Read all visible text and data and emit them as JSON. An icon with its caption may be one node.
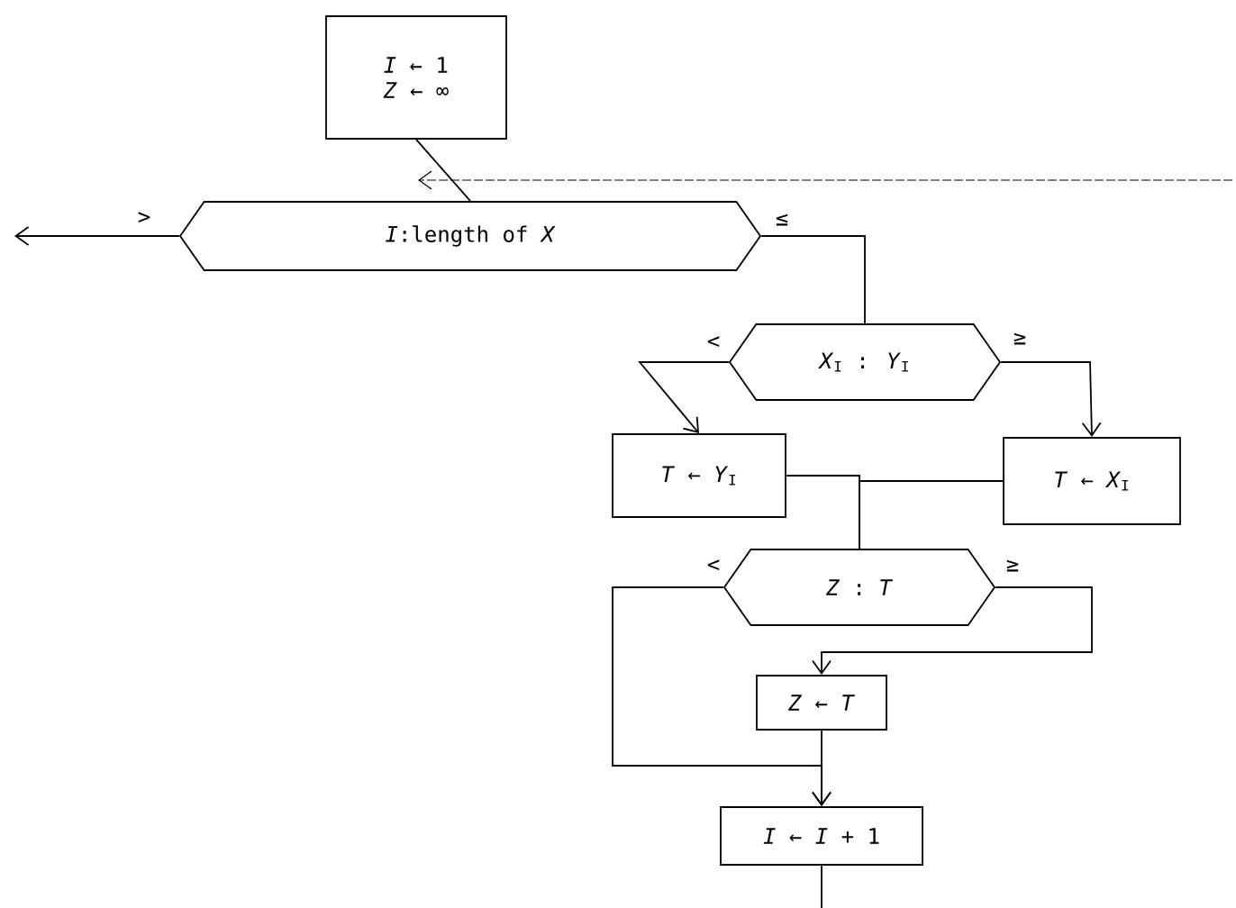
{
  "diagram": {
    "nodes": [
      {
        "text": [
          "*I* ← 1",
          "*Z* ← ∞"
        ]
      },
      {
        "text": [
          "*I*:length of *X*"
        ]
      },
      {
        "text": [
          "*X*$_{I}$ : *Y*$_{I}$"
        ]
      },
      {
        "text": [
          "*T* ← *Y*$_{I}$"
        ]
      },
      {
        "text": [
          "*T* ← *X*$_{I}$"
        ]
      },
      {
        "text": [
          "*Z* : *T*"
        ]
      },
      {
        "text": [
          "*Z* ← *T*"
        ]
      },
      {
        "text": [
          "*I* ← *I* + 1"
        ]
      }
    ],
    "edges": [
      {
        "from": 0,
        "to": 1,
        "arrow": "none"
      },
      {
        "from": null,
        "to": 1,
        "arrow": "to",
        "style": "dashed"
      },
      {
        "from": 1,
        "to": null,
        "arrow": "to",
        "label": ">"
      },
      {
        "from": 1,
        "to": 2,
        "arrow": "none",
        "label": "≤"
      },
      {
        "from": 2,
        "to": 3,
        "arrow": "to",
        "label": "<"
      },
      {
        "from": 2,
        "to": 4,
        "arrow": "to",
        "label": "≥"
      },
      {
        "from": 3,
        "to": 5,
        "arrow": "none"
      },
      {
        "from": 4,
        "to": 5,
        "arrow": "none"
      },
      {
        "from": 5,
        "to": 6,
        "arrow": "to",
        "label": "≥"
      },
      {
        "from": 5,
        "to": 7,
        "arrow": "to",
        "label": "<"
      },
      {
        "from": 6,
        "to": 7,
        "arrow": "to"
      },
      {
        "from": 7,
        "to": null,
        "arrow": "none"
      }
    ]
  }
}
